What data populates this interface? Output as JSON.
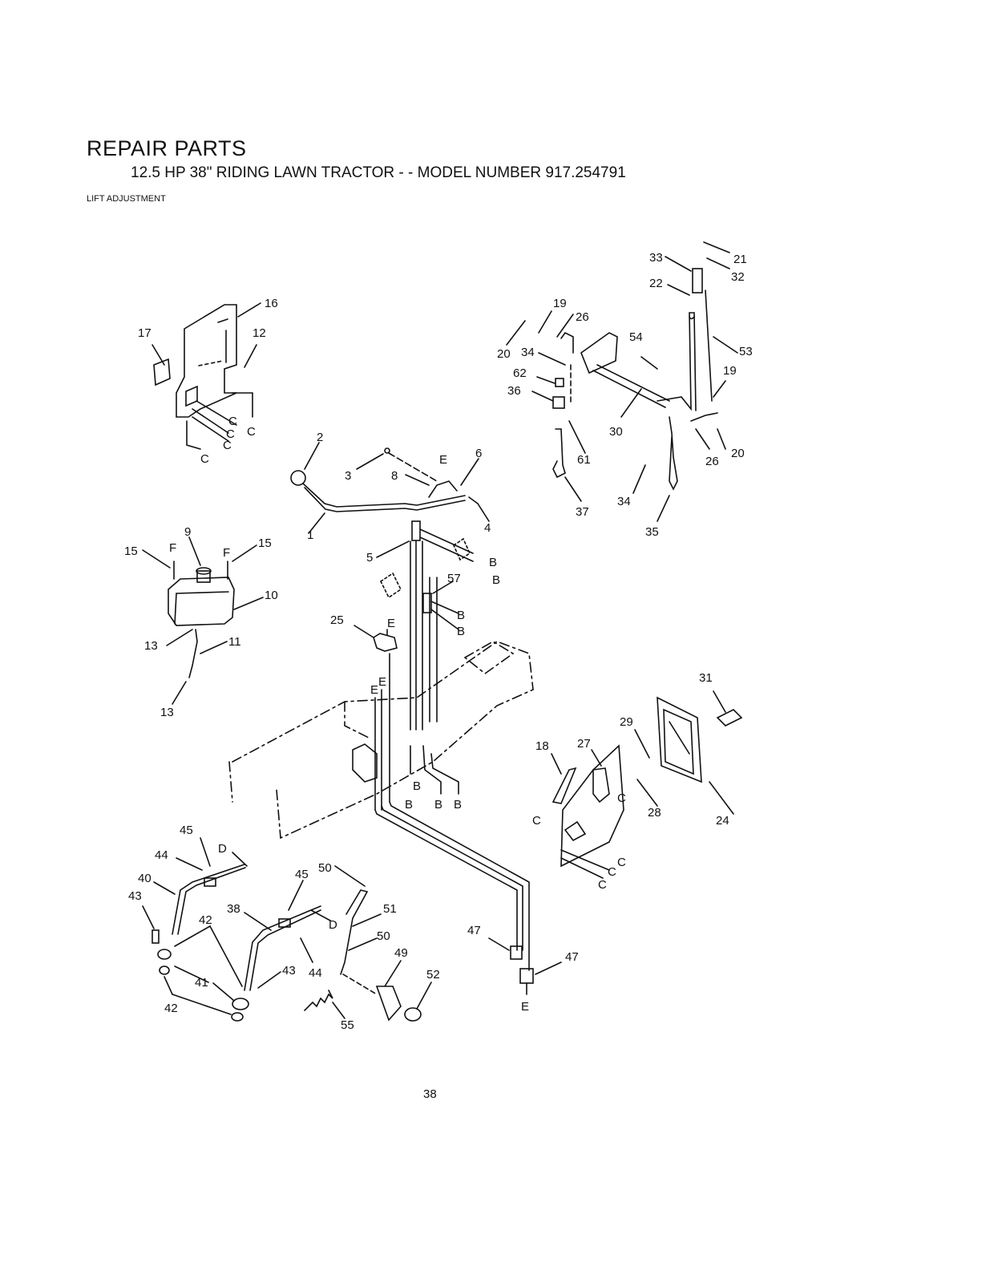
{
  "header": {
    "title": "REPAIR PARTS",
    "subtitle": "12.5 HP 38\" RIDING LAWN TRACTOR - - MODEL NUMBER 917.254791",
    "section": "LIFT ADJUSTMENT"
  },
  "page_number": "38",
  "callouts": {
    "c1": "1",
    "c2": "2",
    "c3": "3",
    "c4": "4",
    "c5": "5",
    "c6": "6",
    "c8": "8",
    "c9": "9",
    "c10": "10",
    "c11": "11",
    "c12": "12",
    "c13a": "13",
    "c13b": "13",
    "c15a": "15",
    "c15b": "15",
    "c16": "16",
    "c17": "17",
    "c18": "18",
    "c19a": "19",
    "c19b": "19",
    "c20a": "20",
    "c20b": "20",
    "c21": "21",
    "c22": "22",
    "c24": "24",
    "c25": "25",
    "c26a": "26",
    "c26b": "26",
    "c27": "27",
    "c28": "28",
    "c29": "29",
    "c30": "30",
    "c31": "31",
    "c32": "32",
    "c33": "33",
    "c34a": "34",
    "c34b": "34",
    "c35": "35",
    "c36": "36",
    "c37": "37",
    "c38": "38",
    "c40": "40",
    "c41": "41",
    "c42a": "42",
    "c42b": "42",
    "c43a": "43",
    "c43b": "43",
    "c44a": "44",
    "c44b": "44",
    "c45a": "45",
    "c45b": "45",
    "c47a": "47",
    "c47b": "47",
    "c49": "49",
    "c50a": "50",
    "c50b": "50",
    "c51": "51",
    "c52": "52",
    "c53": "53",
    "c54": "54",
    "c55": "55",
    "c57": "57",
    "c61": "61",
    "c62": "62"
  },
  "ref_letters": {
    "B": "B",
    "C": "C",
    "D": "D",
    "E": "E",
    "F": "F"
  }
}
